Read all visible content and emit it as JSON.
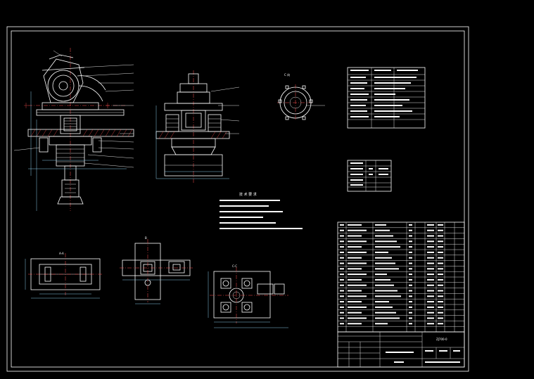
{
  "drawing": {
    "code": "ZJ700-0",
    "title_name": "",
    "title_notes": "技 术 要 求",
    "notes": [
      "",
      "",
      "",
      "",
      "",
      ""
    ],
    "table1_title": "",
    "table2_title": "",
    "section_labels": {
      "a": "A-A",
      "b": "B",
      "c": "C-C"
    }
  },
  "colors": {
    "background": "#000000",
    "line": "#ffffff",
    "center": "#ff5050",
    "dimension": "#9adfff",
    "highlight": "#ffff66"
  },
  "bom": {
    "rows": 20
  }
}
